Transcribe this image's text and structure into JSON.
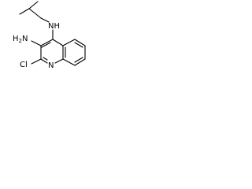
{
  "structure": {
    "atoms": {
      "nh": {
        "label": "N",
        "suffix": "H"
      },
      "nh2": {
        "label": "H",
        "subscript": "2",
        "suffix": "N"
      },
      "cl": {
        "label": "Cl"
      },
      "ring_n": {
        "label": "N"
      }
    }
  }
}
